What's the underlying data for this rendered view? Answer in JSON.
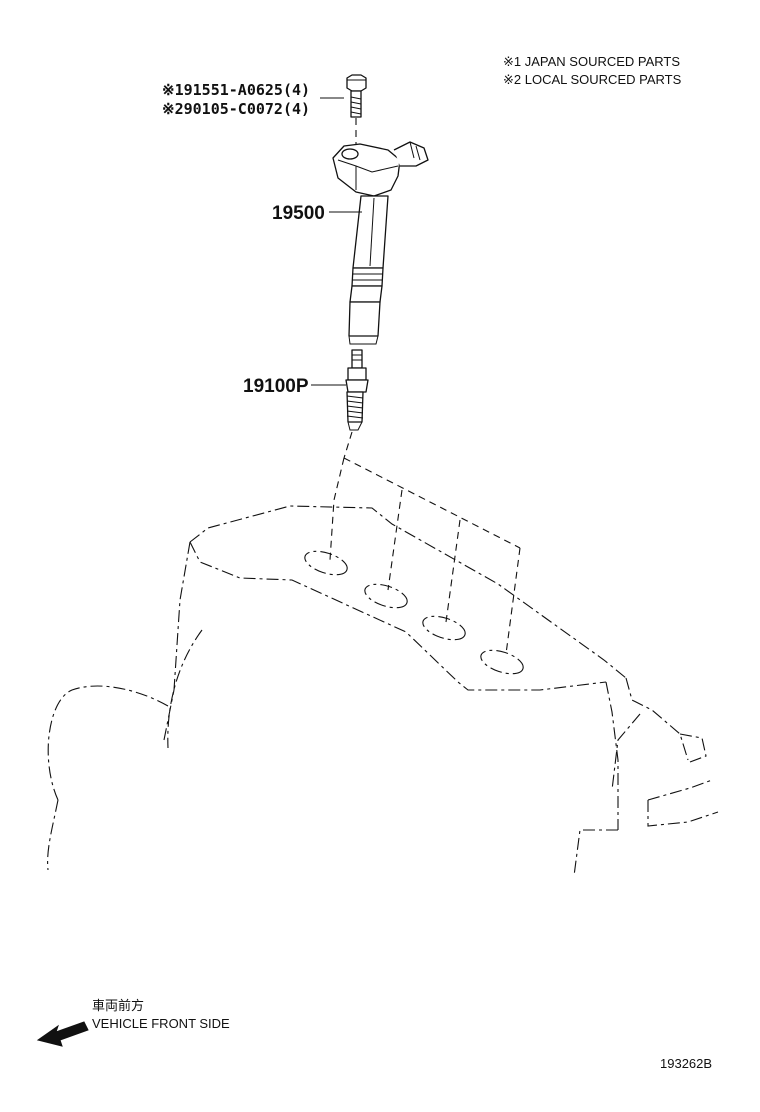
{
  "legend": {
    "line1": "※1 JAPAN SOURCED PARTS",
    "line2": "※2 LOCAL SOURCED PARTS"
  },
  "callouts": {
    "bolt_japan": "※191551-A0625(4)",
    "bolt_local": "※290105-C0072(4)",
    "ignition_coil": "19500",
    "spark_plug": "19100P"
  },
  "direction": {
    "label_jp": "車両前方",
    "label_en": "VEHICLE FRONT SIDE"
  },
  "figure_id": "193262B"
}
